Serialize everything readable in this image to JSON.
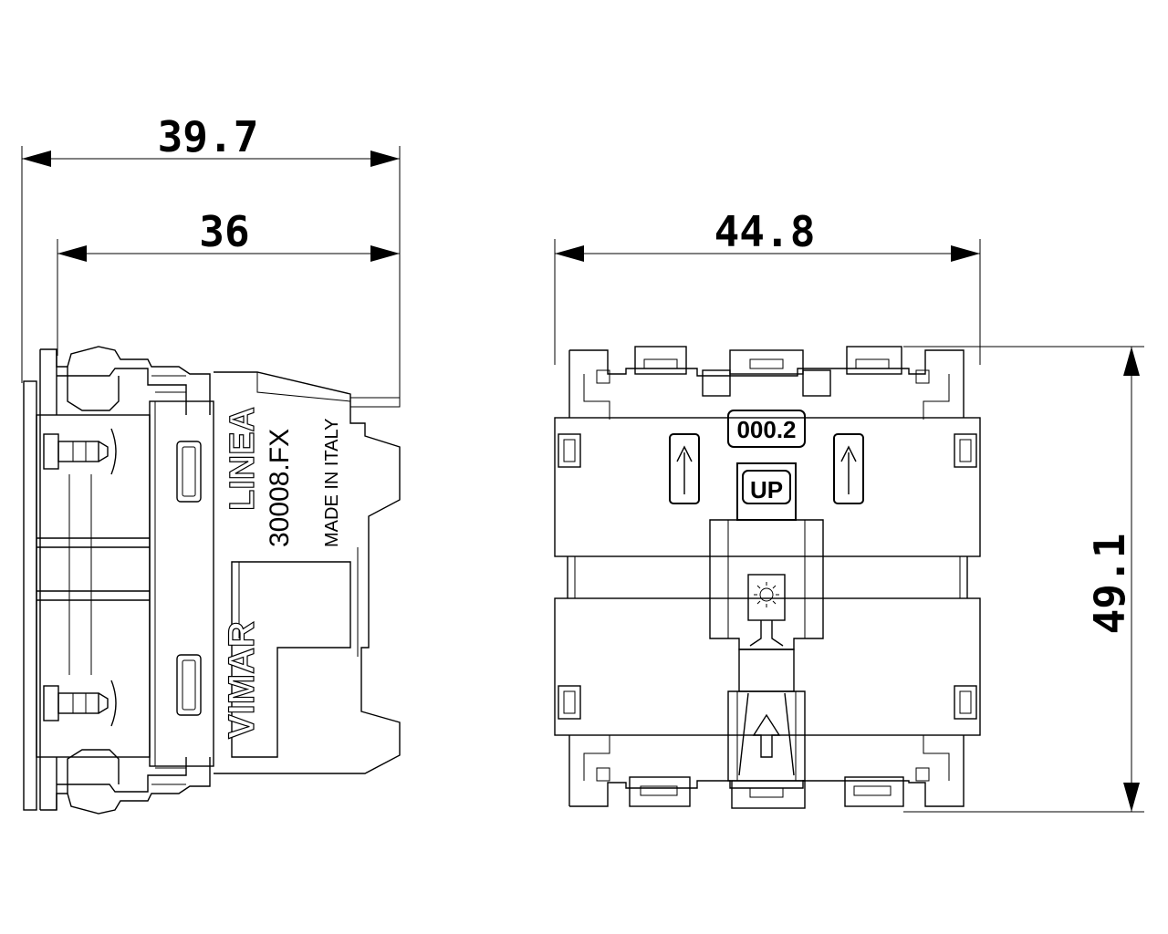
{
  "dimensions": {
    "overall_depth": "39.7",
    "body_depth": "36",
    "width": "44.8",
    "height": "49.1"
  },
  "side_view": {
    "brand_label": "VIMAR",
    "series_label": "LINEA",
    "code_label": "30008.FX",
    "origin_label": "MADE IN ITALY"
  },
  "front_view": {
    "code_badge": "000.2",
    "up_badge": "UP"
  }
}
